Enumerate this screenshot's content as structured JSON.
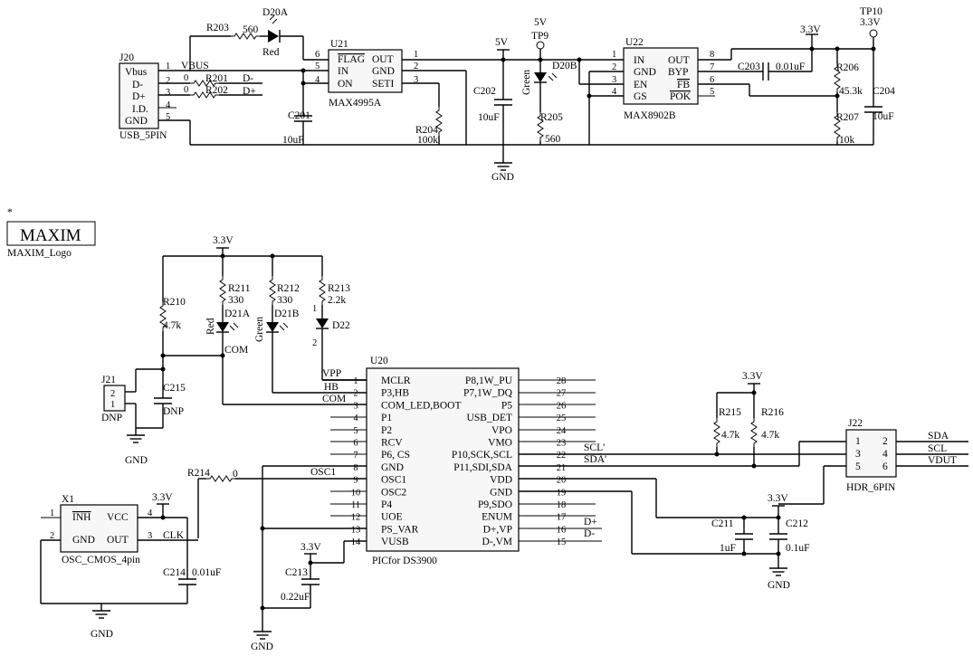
{
  "top": {
    "j20": {
      "ref": "J20",
      "name": "USB_5PIN",
      "pins": [
        "Vbus",
        "D-",
        "D+",
        "I.D.",
        "GND"
      ],
      "nums": [
        "1",
        "2",
        "3",
        "4",
        "5"
      ]
    },
    "nets": {
      "vbus": "VBUS",
      "dm": "D-",
      "dp": "D+",
      "gnd": "GND",
      "v5": "5V",
      "v33": "3.3V"
    },
    "r201": {
      "ref": "R201",
      "val": "0"
    },
    "r202": {
      "ref": "R202",
      "val": "0"
    },
    "r203": {
      "ref": "R203",
      "val": "560"
    },
    "d20a": {
      "ref": "D20A",
      "color": "Red"
    },
    "u21": {
      "ref": "U21",
      "name": "MAX4995A",
      "pins_l": [
        "FLAG",
        "IN",
        "ON"
      ],
      "nums_l": [
        "6",
        "5",
        "4"
      ],
      "pins_r": [
        "OUT",
        "GND",
        "SETI"
      ],
      "nums_r": [
        "1",
        "2",
        "3"
      ]
    },
    "c201": {
      "ref": "C201",
      "val": "10uF"
    },
    "r204": {
      "ref": "R204",
      "val": "100k"
    },
    "c202": {
      "ref": "C202",
      "val": "10uF"
    },
    "tp9": {
      "ref": "TP9"
    },
    "d20b": {
      "ref": "D20B",
      "color": "Green"
    },
    "r205": {
      "ref": "R205",
      "val": "560"
    },
    "u22": {
      "ref": "U22",
      "name": "MAX8902B",
      "pins_l": [
        "IN",
        "GND",
        "EN",
        "GS"
      ],
      "nums_l": [
        "1",
        "2",
        "3",
        "4"
      ],
      "pins_r": [
        "OUT",
        "BYP",
        "FB",
        "POK"
      ],
      "nums_r": [
        "8",
        "7",
        "6",
        "5"
      ]
    },
    "c203": {
      "ref": "C203",
      "val": "0.01uF"
    },
    "r206": {
      "ref": "R206",
      "val": "45.3k"
    },
    "r207": {
      "ref": "R207",
      "val": "10k"
    },
    "c204": {
      "ref": "C204",
      "val": "10uF"
    },
    "tp10": {
      "ref": "TP10"
    }
  },
  "logo": {
    "star": "*",
    "text": "MAXIM",
    "caption": "MAXIM_Logo"
  },
  "bottom": {
    "r210": {
      "ref": "R210",
      "val": "4.7k"
    },
    "r211": {
      "ref": "R211",
      "val": "330"
    },
    "r212": {
      "ref": "R212",
      "val": "330"
    },
    "r213": {
      "ref": "R213",
      "val": "2.2k"
    },
    "d21a": {
      "ref": "D21A",
      "color": "Red"
    },
    "d21b": {
      "ref": "D21B",
      "color": "Green"
    },
    "d22": {
      "ref": "D22",
      "p1": "1",
      "p2": "2"
    },
    "com": "COM",
    "j21": {
      "ref": "J21",
      "name": "DNP",
      "p1": "1",
      "p2": "2"
    },
    "c215": {
      "ref": "C215",
      "val": "DNP"
    },
    "u20": {
      "ref": "U20",
      "name": "PICfor DS3900",
      "pins_l": [
        "MCLR",
        "P3,HB",
        "COM_LED,BOOT",
        "P1",
        "P2",
        "RCV",
        "P6, CS",
        "GND",
        "OSC1",
        "OSC2",
        "P4",
        "UOE",
        "PS_VAR",
        "VUSB"
      ],
      "nums_l": [
        "1",
        "2",
        "3",
        "4",
        "5",
        "6",
        "7",
        "8",
        "9",
        "10",
        "11",
        "12",
        "13",
        "14"
      ],
      "pins_r": [
        "P8,1W_PU",
        "P7,1W_DQ",
        "P5",
        "USB_DET",
        "VPO",
        "VMO",
        "P10,SCK,SCL",
        "P11,SDI,SDA",
        "VDD",
        "GND",
        "P9,SDO",
        "ENUM",
        "D+,VP",
        "D-,VM"
      ],
      "nums_r": [
        "28",
        "27",
        "26",
        "25",
        "24",
        "23",
        "22",
        "21",
        "20",
        "19",
        "18",
        "17",
        "16",
        "15"
      ]
    },
    "nets_l": {
      "vpp": "VPP",
      "hb": "HB",
      "com": "COM",
      "osc1": "OSC1"
    },
    "nets_r": {
      "scl": "SCL'",
      "sda": "SDA'",
      "dp": "D+",
      "dm": "D-"
    },
    "r214": {
      "ref": "R214",
      "val": "0"
    },
    "x1": {
      "ref": "X1",
      "name": "OSC_CMOS_4pin",
      "pins": [
        "INH",
        "GND",
        "OUT",
        "VCC"
      ],
      "nums": [
        "1",
        "2",
        "3",
        "4"
      ],
      "clk": "CLK"
    },
    "c214": {
      "ref": "C214",
      "val": "0.01uF"
    },
    "c213": {
      "ref": "C213",
      "val": "0.22uF"
    },
    "r215": {
      "ref": "R215",
      "val": "4.7k"
    },
    "r216": {
      "ref": "R216",
      "val": "4.7k"
    },
    "c211": {
      "ref": "C211",
      "val": "1uF"
    },
    "c212": {
      "ref": "C212",
      "val": "0.1uF"
    },
    "j22": {
      "ref": "J22",
      "name": "HDR_6PIN",
      "nums": [
        "1",
        "2",
        "3",
        "4",
        "5",
        "6"
      ],
      "nets": [
        "SDA",
        "SCL",
        "VDUT"
      ]
    },
    "v33": "3.3V",
    "gnd": "GND"
  }
}
